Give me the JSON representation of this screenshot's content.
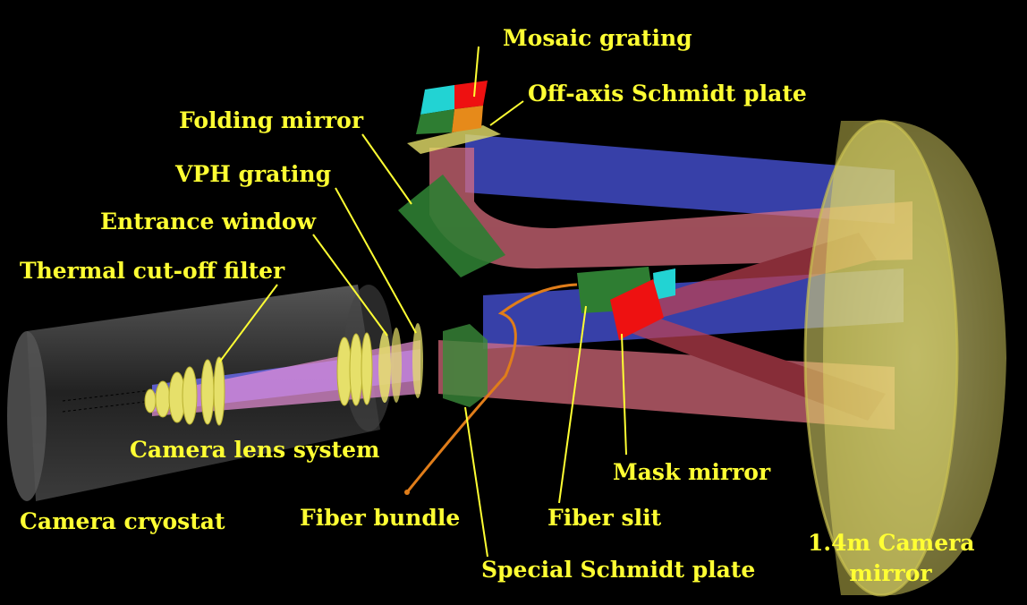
{
  "title": "Spectrograph optical layout",
  "colors": {
    "label": "#ffff33",
    "background": "#000000",
    "red_beam": "#e0707a",
    "blue_beam": "#4a55e0",
    "lens": "#e6e06a",
    "cryostat": "#3a3a3a",
    "fiber": "#e07d1a",
    "green_element": "#2e7d32",
    "mask_mirror": "#ee1111",
    "camera_mirror": "#e8e070"
  },
  "labels": {
    "mosaic_grating": "Mosaic grating",
    "offaxis_schmidt_plate": "Off-axis Schmidt plate",
    "folding_mirror": "Folding mirror",
    "vph_grating": "VPH grating",
    "entrance_window": "Entrance window",
    "thermal_filter": "Thermal cut-off filter",
    "camera_lens_system": "Camera lens system",
    "camera_cryostat": "Camera cryostat",
    "fiber_bundle": "Fiber bundle",
    "fiber_slit": "Fiber slit",
    "mask_mirror": "Mask mirror",
    "special_schmidt_plate": "Special Schmidt plate",
    "camera_mirror_line1": "1.4m Camera",
    "camera_mirror_line2": "mirror"
  }
}
